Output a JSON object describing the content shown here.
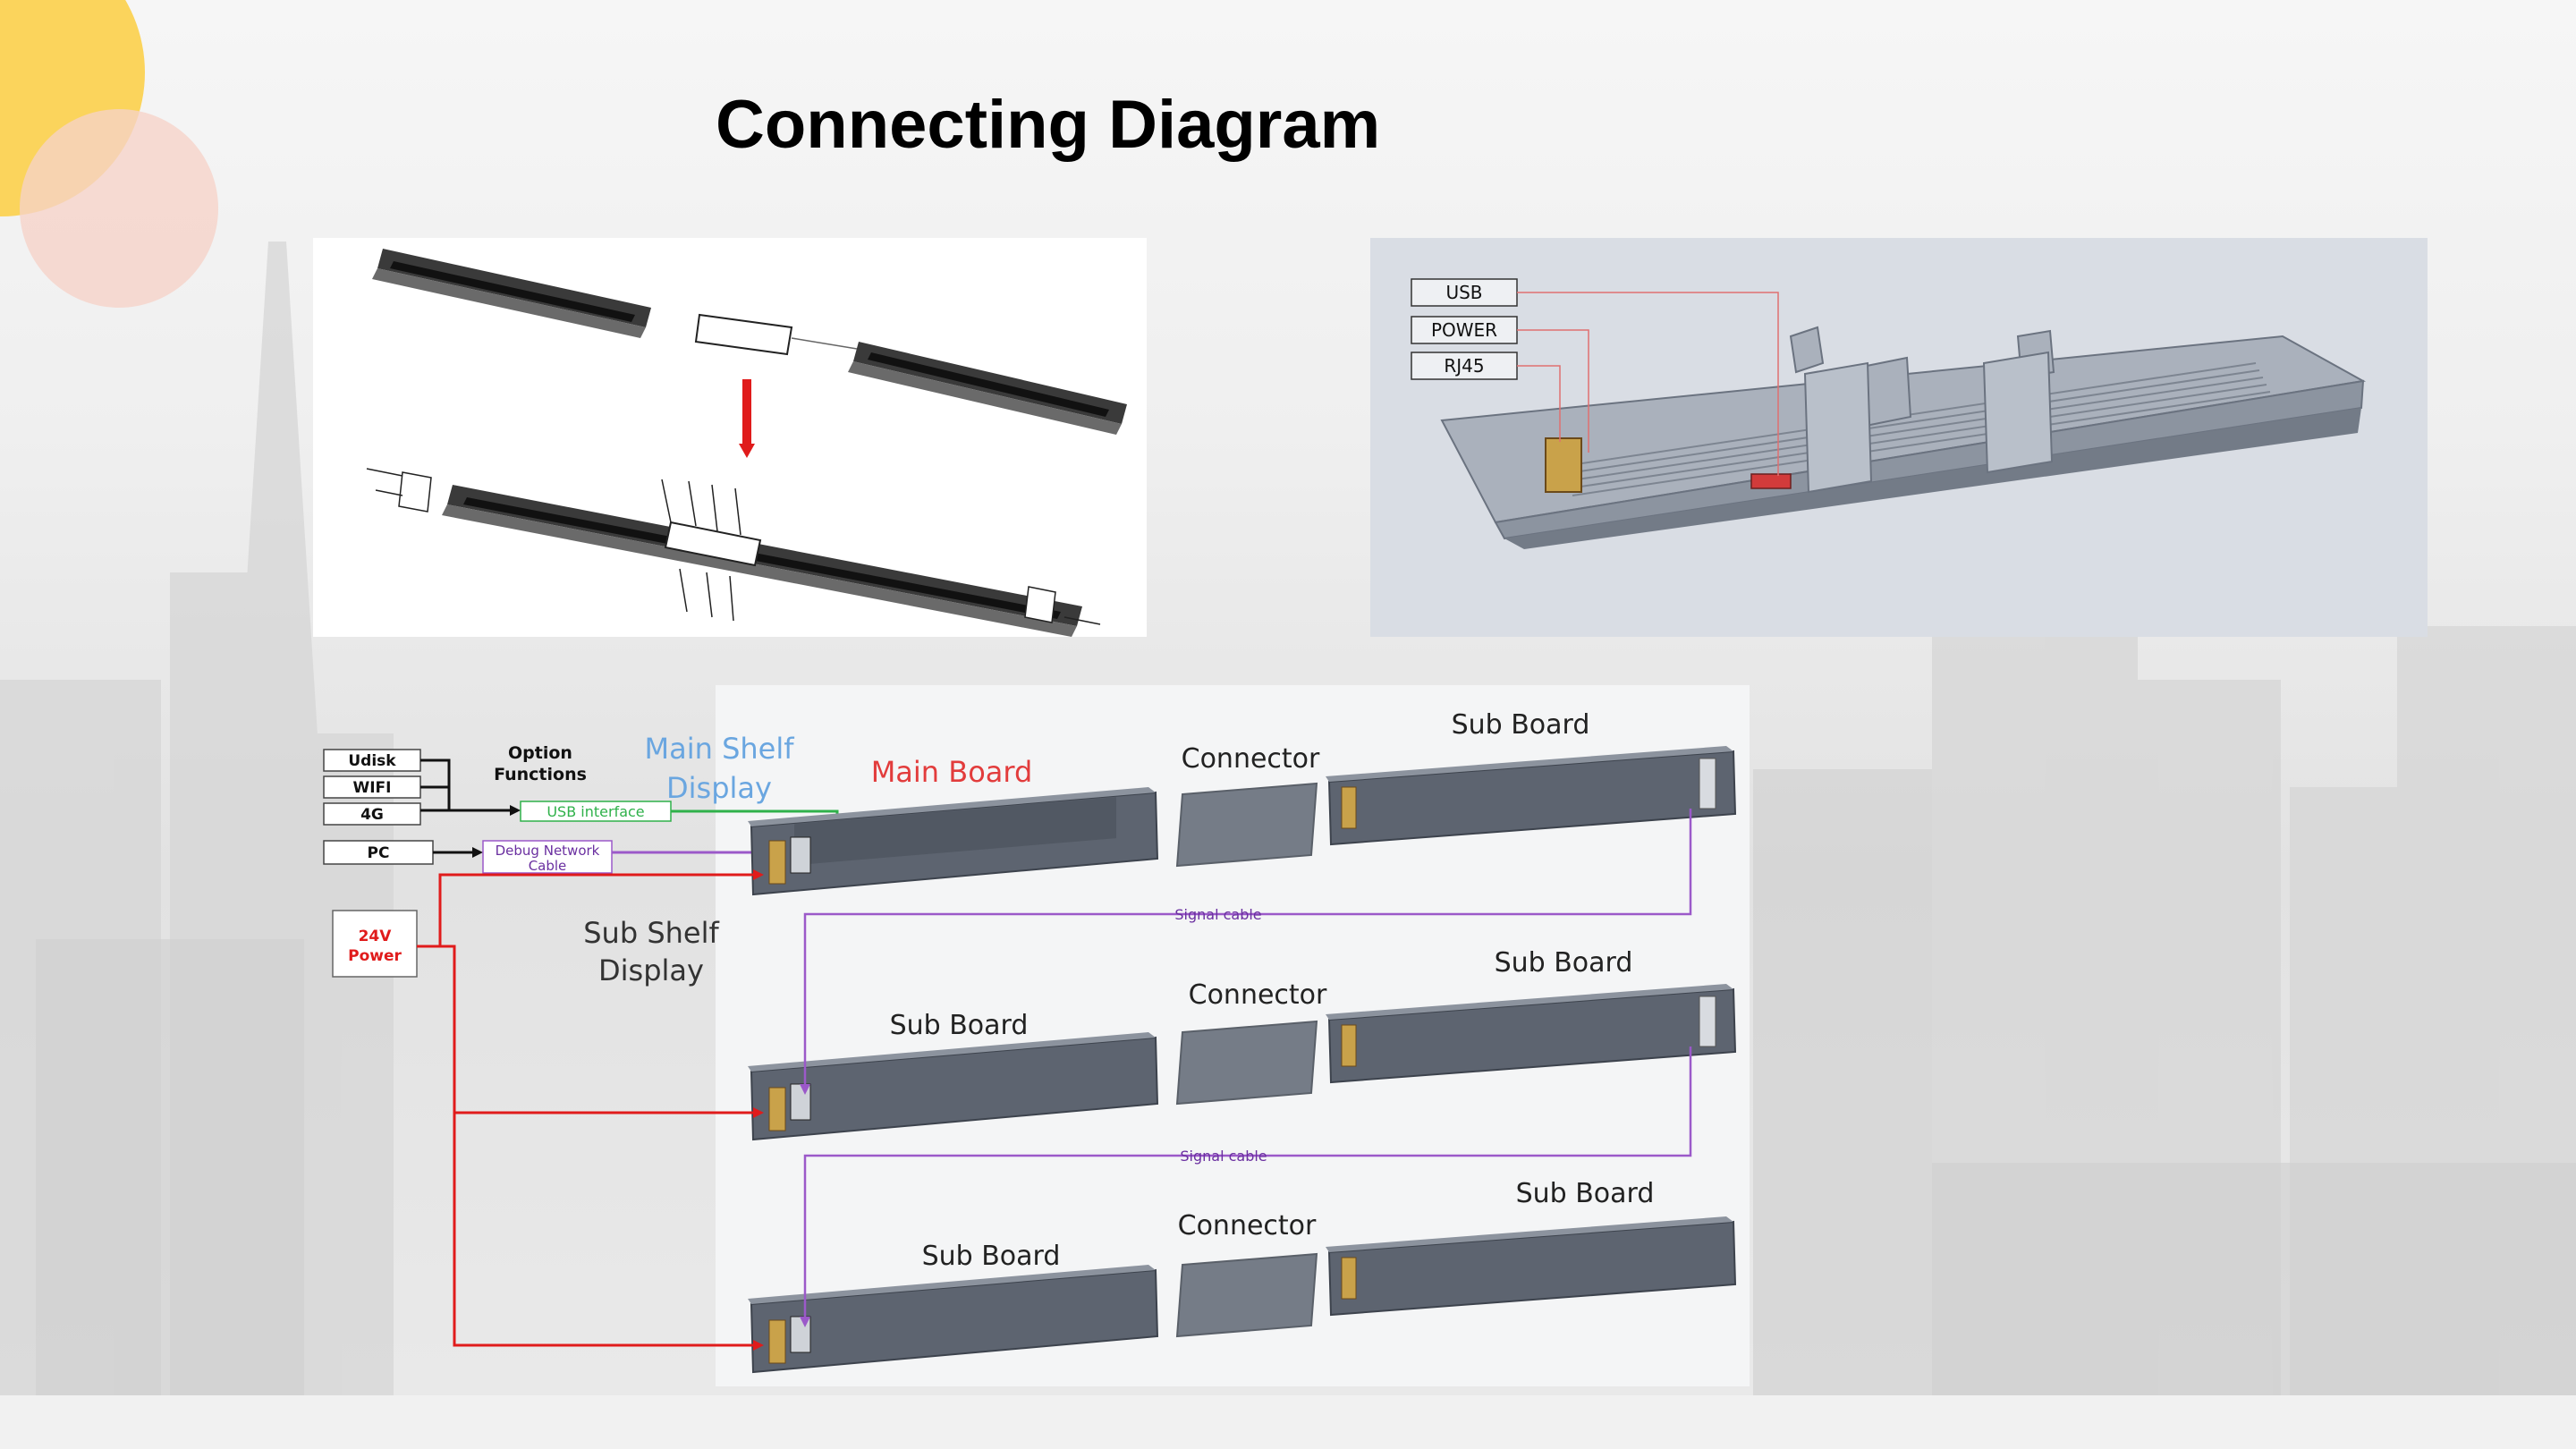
{
  "slide": {
    "title": "Connecting Diagram"
  },
  "ports_figure": {
    "labels": [
      "USB",
      "POWER",
      "RJ45"
    ]
  },
  "wiring_diagram": {
    "inputs": {
      "udisk": "Udisk",
      "wifi": "WIFI",
      "g4": "4G",
      "pc": "PC",
      "power_line1": "24V",
      "power_line2": "Power"
    },
    "option_functions_line1": "Option",
    "option_functions_line2": "Functions",
    "usb_interface": "USB interface",
    "debug_cable_line1": "Debug Network",
    "debug_cable_line2": "Cable",
    "main_shelf_line1": "Main Shelf",
    "main_shelf_line2": "Display",
    "sub_shelf_line1": "Sub Shelf",
    "sub_shelf_line2": "Display",
    "main_board": "Main Board",
    "connector": "Connector",
    "sub_board": "Sub Board",
    "signal_cable": "Signal cable"
  },
  "colors": {
    "accent_yellow": "#fbd45c",
    "accent_pink": "#f6d7d0",
    "power_red": "#e01b1b",
    "signal_purple": "#9b59c9",
    "usb_green": "#2fb14a",
    "main_shelf_blue": "#6aa6e0",
    "main_board_red": "#e23c3c",
    "rail_gray": "#5d6470"
  }
}
